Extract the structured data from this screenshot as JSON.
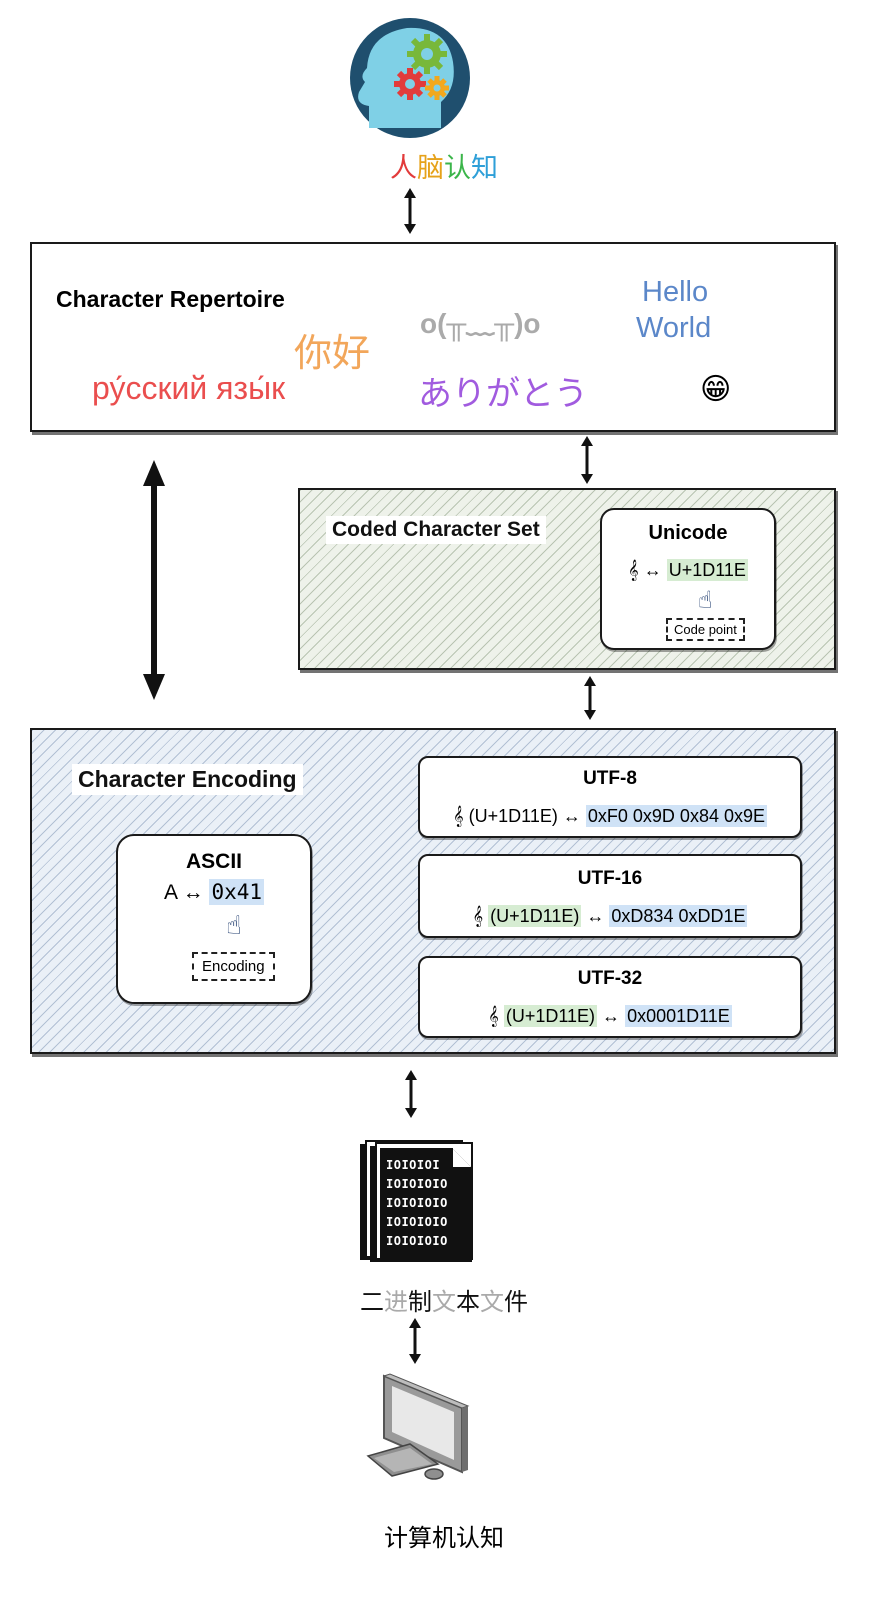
{
  "top_caption": {
    "chars": [
      "人",
      "脑",
      "认",
      "知"
    ],
    "colors": [
      "#e23b3b",
      "#e6a21a",
      "#3bb54a",
      "#2e9fd8"
    ]
  },
  "repertoire": {
    "title": "Character Repertoire",
    "nihao": "你好",
    "emoticon": "o(╥﹏╥)o",
    "hello": "Hello",
    "world": "World",
    "russian": "ру́сский язы́к",
    "arigatou": "ありがとう",
    "emoji": "😁"
  },
  "coded_set": {
    "title": "Coded Character Set",
    "unicode": {
      "title": "Unicode",
      "symbol": "𝄞",
      "arrow": "↔",
      "code": "U+1D11E",
      "tooltip": "Code point"
    }
  },
  "encoding": {
    "title": "Character Encoding",
    "ascii": {
      "title": "ASCII",
      "char": "A",
      "arrow": "↔",
      "code": "0x41",
      "tooltip": "Encoding"
    },
    "utf8": {
      "title": "UTF-8",
      "symbol": "𝄞",
      "cp": "(U+1D11E)",
      "arrow": "↔",
      "bytes": "0xF0 0x9D 0x84 0x9E"
    },
    "utf16": {
      "title": "UTF-16",
      "symbol": "𝄞",
      "cp": "(U+1D11E)",
      "arrow": "↔",
      "bytes": "0xD834 0xDD1E"
    },
    "utf32": {
      "title": "UTF-32",
      "symbol": "𝄞",
      "cp": "(U+1D11E)",
      "arrow": "↔",
      "bytes": "0x0001D11E"
    }
  },
  "binary_file": {
    "rows": [
      "IOIOIOI",
      "IOIOIOIO",
      "IOIOIOIO",
      "IOIOIOIO",
      "IOIOIOIO"
    ],
    "caption_chars": [
      "二",
      "进",
      "制",
      "文",
      "本",
      "文",
      "件"
    ],
    "caption_colors": [
      "#111111",
      "#aaaaaa",
      "#111111",
      "#aaaaaa",
      "#111111",
      "#aaaaaa",
      "#111111"
    ]
  },
  "computer_caption": "计算机认知",
  "icons": {
    "brain": "head-with-gears-icon",
    "pointer": "hand-pointer-icon",
    "document": "binary-document-icon",
    "computer": "desktop-computer-icon"
  },
  "colors": {
    "nihao": "#f2a65a",
    "emoticon": "#aaaaaa",
    "hello_world": "#5b87c9",
    "russian": "#ea4e4e",
    "arigatou": "#a15bdf",
    "green_hl": "#d6ecd2",
    "blue_hl": "#cfe2f6"
  }
}
